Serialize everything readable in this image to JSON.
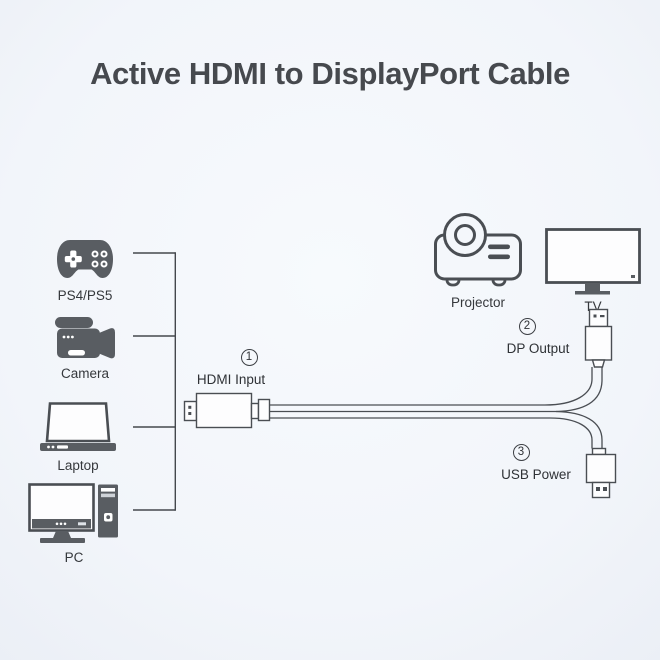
{
  "title": "Active HDMI to DisplayPort Cable",
  "sources": [
    {
      "label": "PS4/PS5",
      "icon": "game-controller-icon"
    },
    {
      "label": "Camera",
      "icon": "video-camera-icon"
    },
    {
      "label": "Laptop",
      "icon": "laptop-icon"
    },
    {
      "label": "PC",
      "icon": "desktop-pc-icon"
    }
  ],
  "outputs": [
    {
      "label": "Projector",
      "icon": "projector-icon"
    },
    {
      "label": "TV",
      "icon": "tv-icon"
    }
  ],
  "steps": [
    {
      "number": "1",
      "label": "HDMI Input"
    },
    {
      "number": "2",
      "label": "DP Output"
    },
    {
      "number": "3",
      "label": "USB Power"
    }
  ],
  "colors": {
    "background": "#f3f6fb",
    "outline": "#4a4e53",
    "icon_fill": "#595d62",
    "text": "#35383c",
    "title": "#46494e"
  }
}
